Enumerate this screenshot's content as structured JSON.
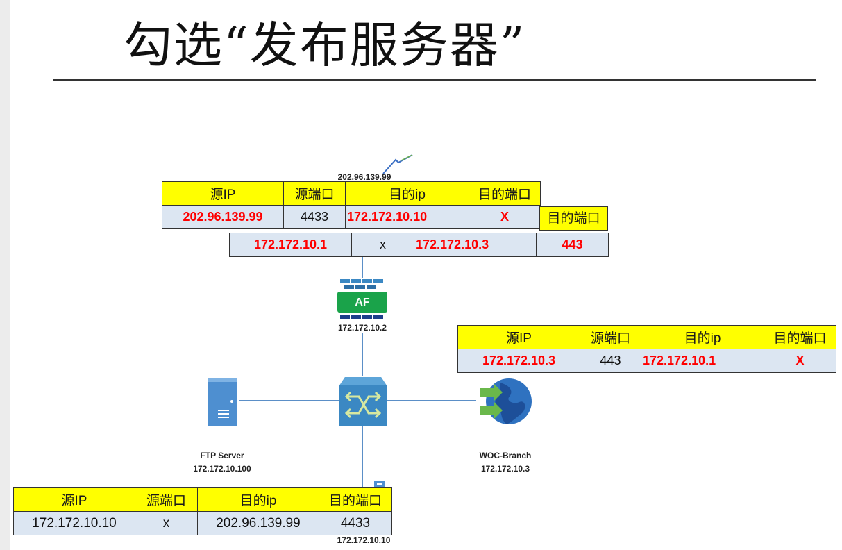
{
  "slide": {
    "title": "勾选“发布服务器”"
  },
  "headers": {
    "src_ip": "源IP",
    "src_port": "源端口",
    "dst_ip": "目的ip",
    "dst_port": "目的端口"
  },
  "tables": {
    "top": {
      "src_ip": "202.96.139.99",
      "src_port": "4433",
      "dst_ip": "172.172.10.10",
      "dst_port": "X"
    },
    "top_second": {
      "extra_header": "目的端口",
      "src_ip": "172.172.10.1",
      "src_port": "x",
      "dst_ip": "172.172.10.3",
      "dst_port": "443"
    },
    "right": {
      "src_ip": "172.172.10.3",
      "src_port": "443",
      "dst_ip": "172.172.10.1",
      "dst_port": "X"
    },
    "bottom": {
      "src_ip": "172.172.10.10",
      "src_port": "x",
      "dst_ip": "202.96.139.99",
      "dst_port": "4433"
    }
  },
  "nodes": {
    "internet": {
      "ip": "202.96.139.99"
    },
    "firewall": {
      "badge": "AF",
      "ip": "172.172.10.2"
    },
    "ftp_server": {
      "name": "FTP Server",
      "ip": "172.172.10.100"
    },
    "woc_branch": {
      "name": "WOC-Branch",
      "ip": "172.172.10.3"
    },
    "client": {
      "ip": "172.172.10.10"
    }
  },
  "colors": {
    "header_bg": "#ffff00",
    "row_bg": "#dce6f2",
    "highlight_text": "#ff0000",
    "wire": "#5b8fc7",
    "firewall_green": "#1aa34a"
  }
}
